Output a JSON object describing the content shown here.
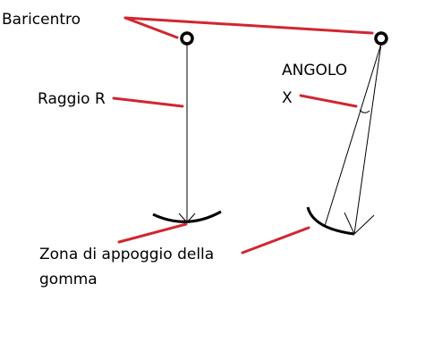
{
  "labels": {
    "baricentro": "Baricentro",
    "raggio": "Raggio R",
    "angolo_line1": "ANGOLO",
    "angolo_line2": "X",
    "zona_line1": "Zona di appoggio della",
    "zona_line2": "gomma"
  },
  "colors": {
    "leader": "#d22630",
    "stroke": "#000000",
    "background": "#ffffff"
  }
}
